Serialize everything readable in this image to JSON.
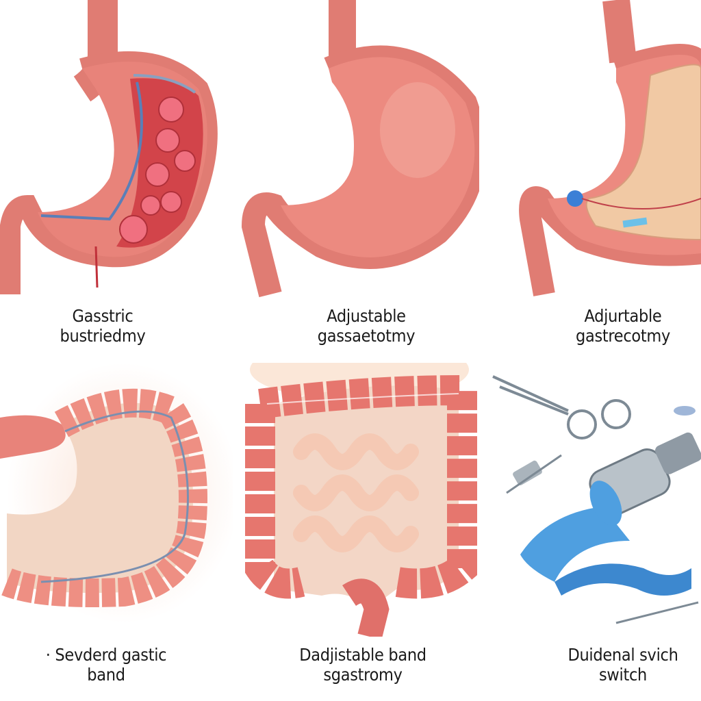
{
  "panels": [
    {
      "label_line1": "Gasstric",
      "label_line2": "bustriedmy",
      "illustration": "stomach-with-staple-line"
    },
    {
      "label_line1": "Adjustable",
      "label_line2": "gassaetotmy",
      "illustration": "intact-stomach"
    },
    {
      "label_line1": "Adjurtable",
      "label_line2": "gastrecotmy",
      "illustration": "stomach-with-port"
    },
    {
      "label_line1": "· Sevderd gastic",
      "label_line2": "band",
      "illustration": "stomach-with-band"
    },
    {
      "label_line1": "Dadjistable band",
      "label_line2": "sgastromy",
      "illustration": "intestines"
    },
    {
      "label_line1": "Duidenal svich",
      "label_line2": "switch",
      "illustration": "surgical-tools-and-band"
    }
  ],
  "colors": {
    "tissue": "#e8837a",
    "tissue_dark": "#c9524c",
    "tissue_light": "#f4b3a6",
    "fat": "#f1c9a4",
    "band_blue": "#4f9fe0",
    "metal": "#b9c2c9"
  }
}
